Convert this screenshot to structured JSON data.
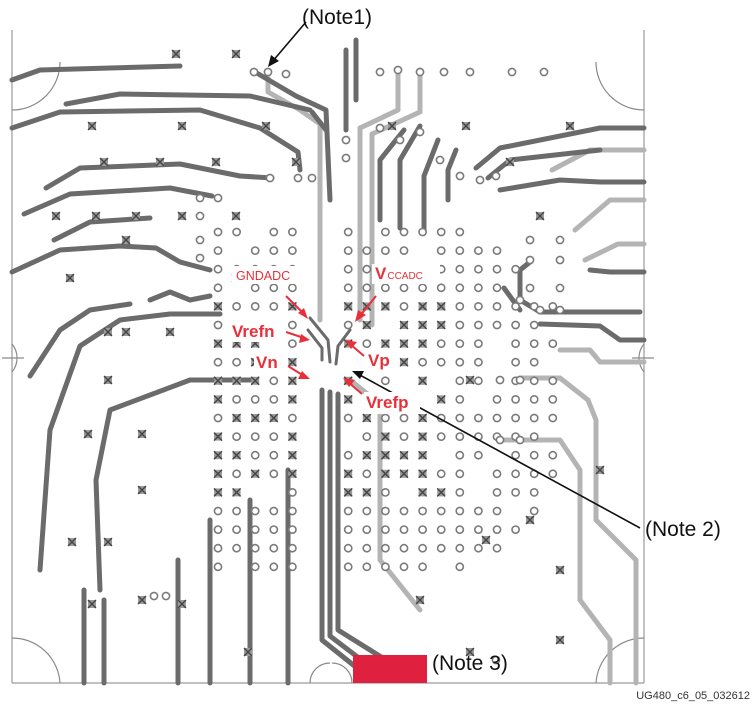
{
  "notes": {
    "note1": "(Note1)",
    "note2": "(Note 2)",
    "note3": "(Note 3)"
  },
  "signals": {
    "gndadc": "GNDADC",
    "vccadc_v": "V",
    "vccadc_sub": "CCADC",
    "vrefn": "Vrefn",
    "vn": "Vn",
    "vp": "Vp",
    "vrefp": "Vrefp"
  },
  "figure_id": "UG480_c6_05_032612",
  "colors": {
    "trace_dark": "#6b6b6b",
    "trace_light": "#b4b4b4",
    "via": "#7a7a7a",
    "label_red": "#e8303a",
    "note3_block": "#e0203f"
  }
}
